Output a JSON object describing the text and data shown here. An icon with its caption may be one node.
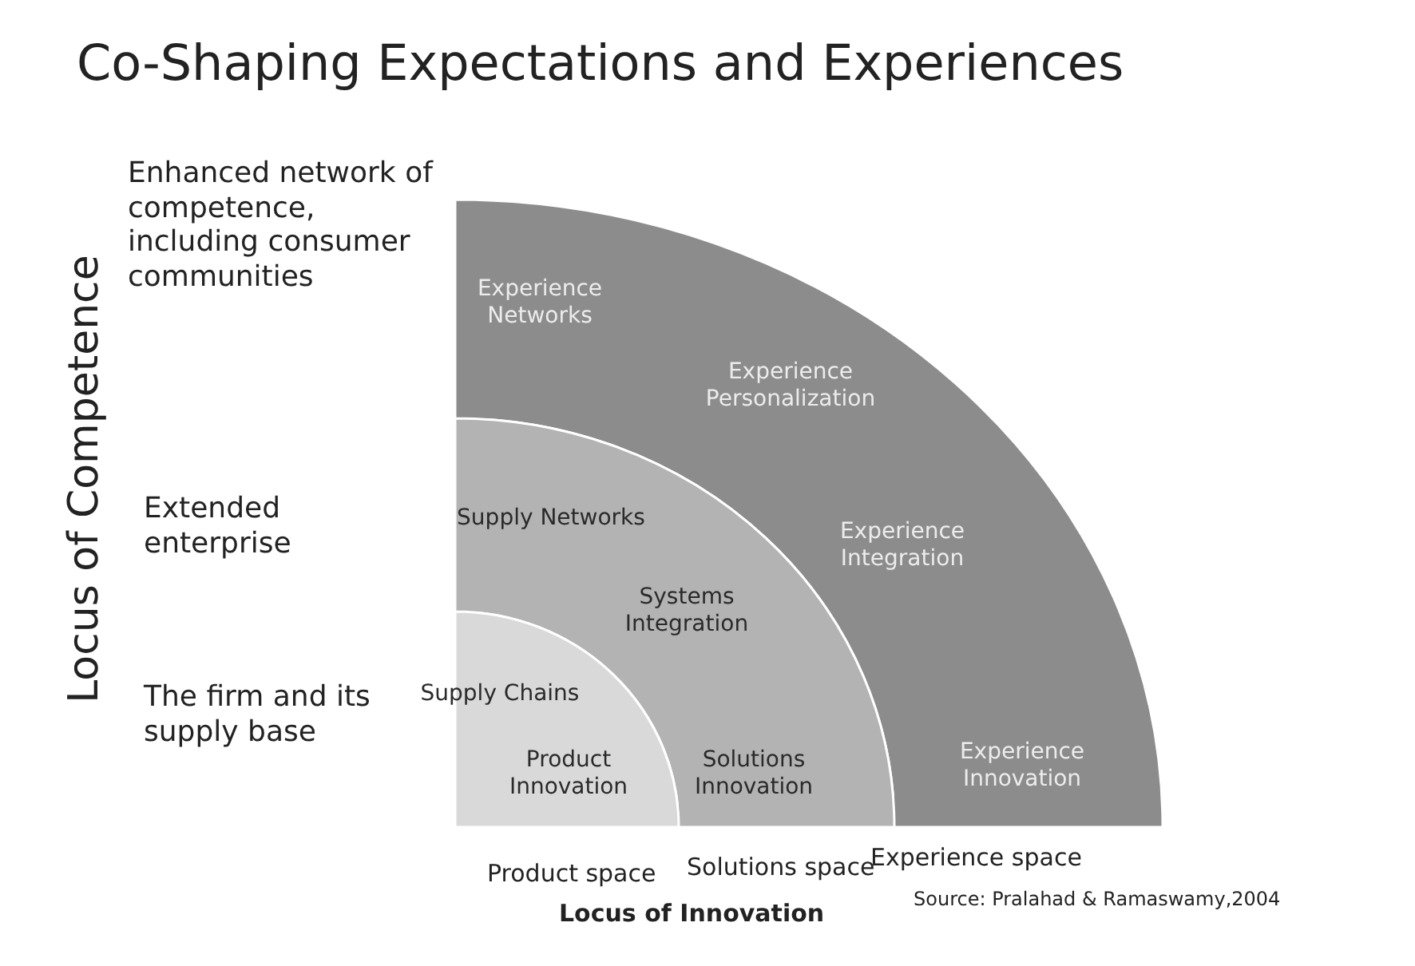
{
  "diagram": {
    "title": "Co-Shaping Expectations and Experiences",
    "nodes": [
      {
        "text": [
          "Experience Networks",
          "Experience Personalization",
          "Experience Integration",
          "Experience Innovation"
        ]
      },
      {
        "text": [
          "Supply Networks",
          "Systems Integration",
          "Solutions Innovation"
        ]
      },
      {
        "text": [
          "Supply Chains",
          "Product Innovation"
        ]
      }
    ],
    "labels": [
      "Enhanced network of competence, including consumer communities",
      "Locus of Competence",
      "Extended enterprise",
      "The firm and its supply base",
      "Experience space",
      "Product space",
      "Solutions space",
      "Locus of Innovation",
      "Source: Pralahad & Ramaswamy,2004"
    ]
  }
}
